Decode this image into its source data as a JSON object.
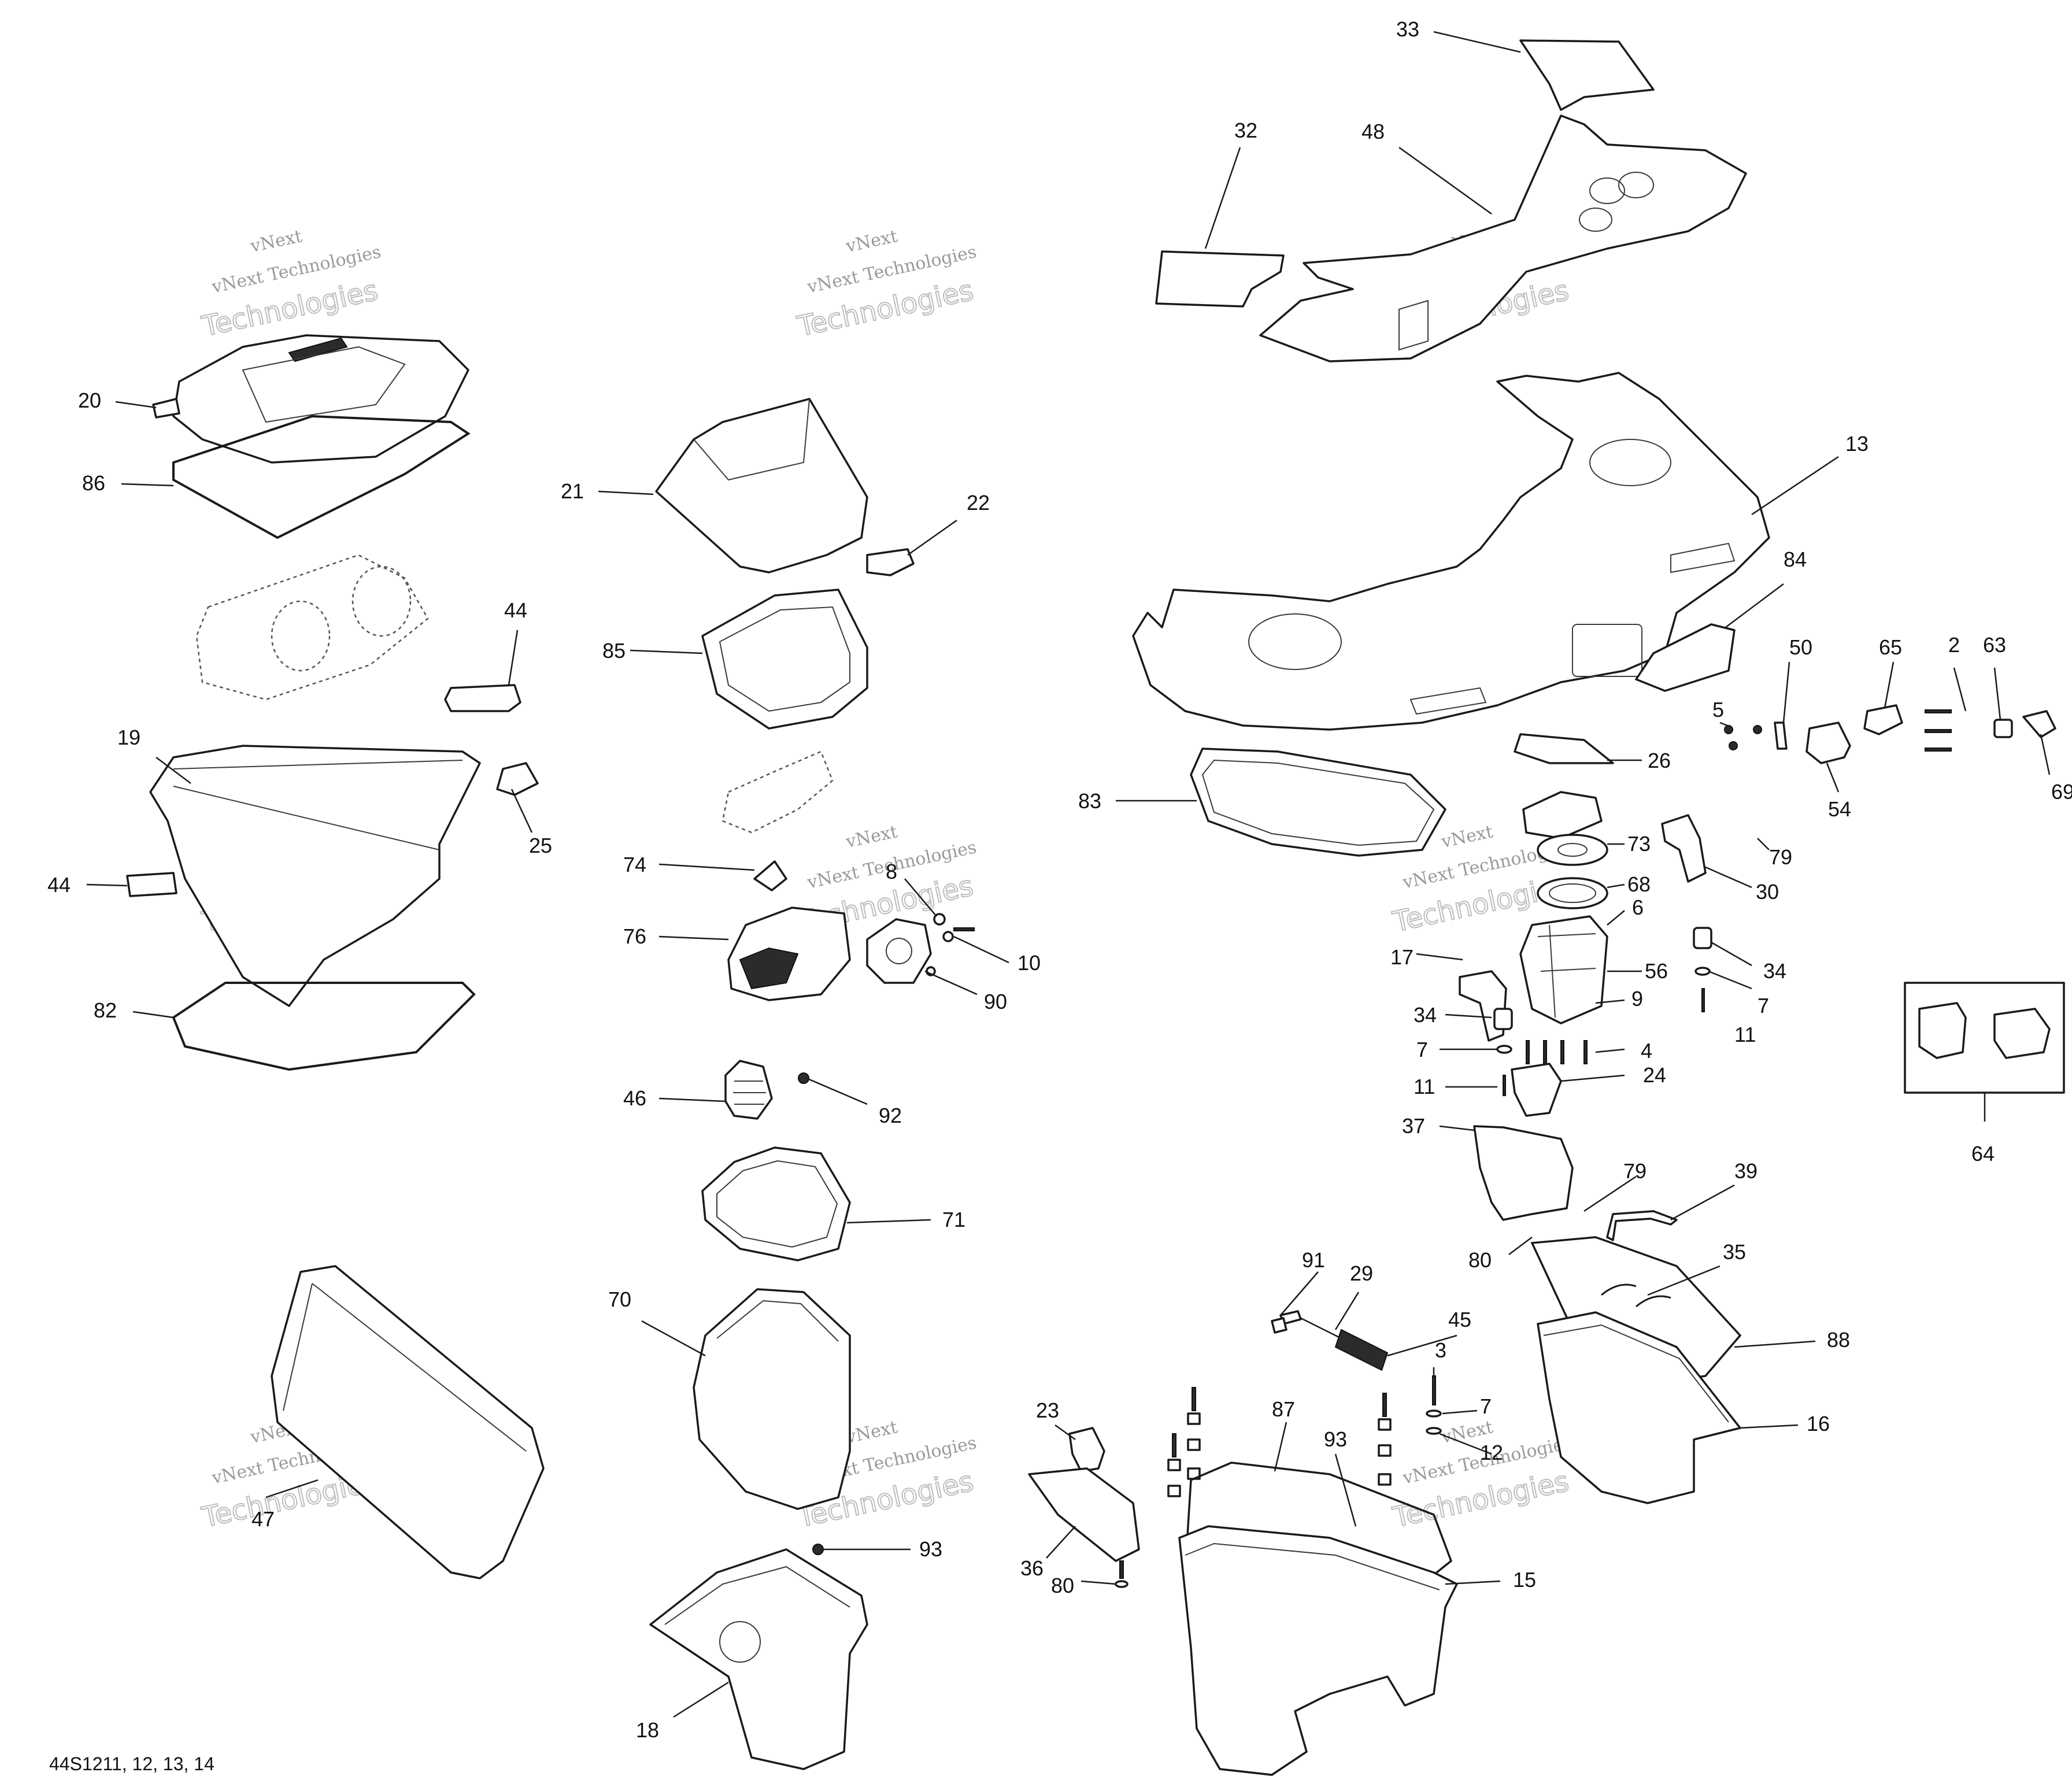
{
  "diagram": {
    "reference_code": "44S1211, 12, 13, 14",
    "watermark": {
      "line1": "vNext",
      "line2": "Technologies",
      "line3": "vNext Technologies"
    },
    "callouts": [
      "33",
      "32",
      "48",
      "13",
      "84",
      "50",
      "65",
      "2",
      "63",
      "69",
      "5",
      "26",
      "54",
      "73",
      "79",
      "68",
      "30",
      "6",
      "17",
      "56",
      "34",
      "7",
      "9",
      "11",
      "34",
      "7",
      "11",
      "4",
      "24",
      "37",
      "79",
      "39",
      "80",
      "35",
      "91",
      "29",
      "45",
      "3",
      "88",
      "87",
      "7",
      "93",
      "16",
      "12",
      "23",
      "36",
      "80",
      "15",
      "21",
      "22",
      "85",
      "74",
      "8",
      "10",
      "76",
      "90",
      "46",
      "92",
      "71",
      "70",
      "93",
      "18",
      "47",
      "20",
      "86",
      "44",
      "19",
      "25",
      "44",
      "82",
      "83",
      "64"
    ]
  },
  "colors": {
    "line": "#1a1a1a",
    "watermark": "#9a9a9a",
    "background": "#ffffff"
  }
}
